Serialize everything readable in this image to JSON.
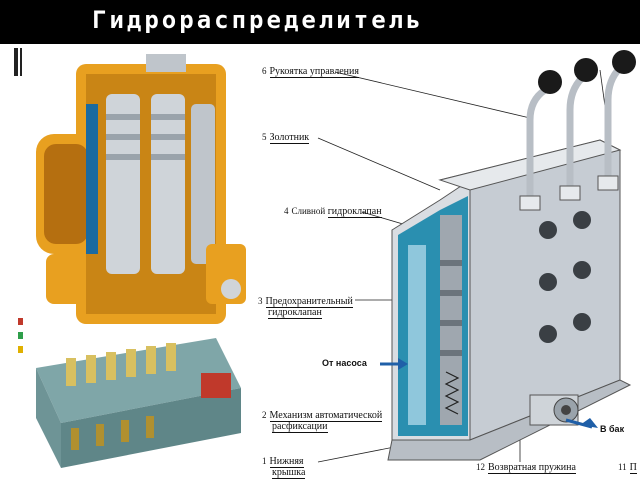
{
  "title": "Гидрораспределитель",
  "labels": {
    "l6": {
      "num": "6",
      "text": "Рукоятка управления"
    },
    "l5": {
      "num": "5",
      "text": "Золотник"
    },
    "l4": {
      "num": "4",
      "prefix": "Сливной",
      "text": "гидроклапан"
    },
    "l3": {
      "num": "3",
      "text1": "Предохранительный",
      "text2": "гидроклапан"
    },
    "from_pump": {
      "text": "От насоса"
    },
    "l2": {
      "num": "2",
      "text1": "Механизм автоматической",
      "text2": "расфиксации"
    },
    "l1": {
      "num": "1",
      "text1": "Нижняя",
      "text2": "крышка"
    },
    "l12": {
      "num": "12",
      "text": "Возвратная пружина"
    },
    "l11": {
      "num": "11",
      "text": "П"
    },
    "to_tank": {
      "text": "В бак"
    }
  },
  "colors": {
    "accent_cyan": "#2a8fb0",
    "body_gray": "#d9dde2",
    "orange": "#e8a020",
    "deco_red": "#c0392b",
    "deco_green": "#2e9e4a",
    "deco_yellow": "#e0b000"
  }
}
